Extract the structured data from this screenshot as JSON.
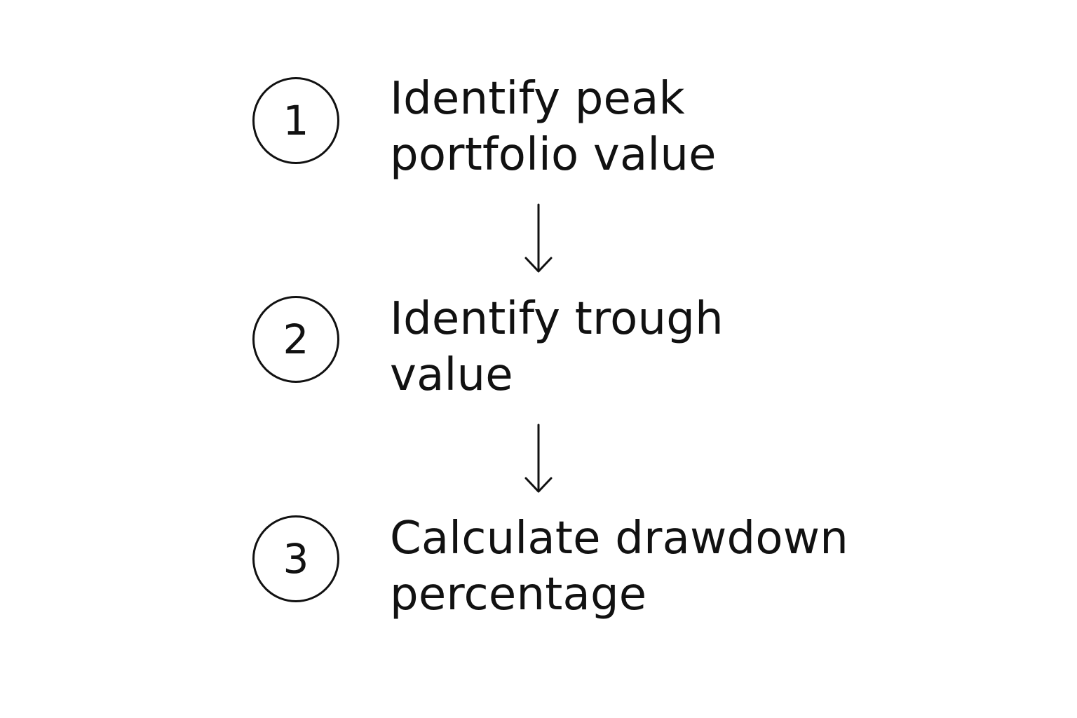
{
  "diagram": {
    "steps": [
      {
        "number": "1",
        "label_lines": [
          "Identify peak",
          "portfolio value"
        ]
      },
      {
        "number": "2",
        "label_lines": [
          "Identify trough",
          "value"
        ]
      },
      {
        "number": "3",
        "label_lines": [
          "Calculate drawdown",
          "percentage"
        ]
      }
    ],
    "colors": {
      "stroke": "#111111",
      "text": "#111111",
      "background": "#ffffff"
    }
  }
}
